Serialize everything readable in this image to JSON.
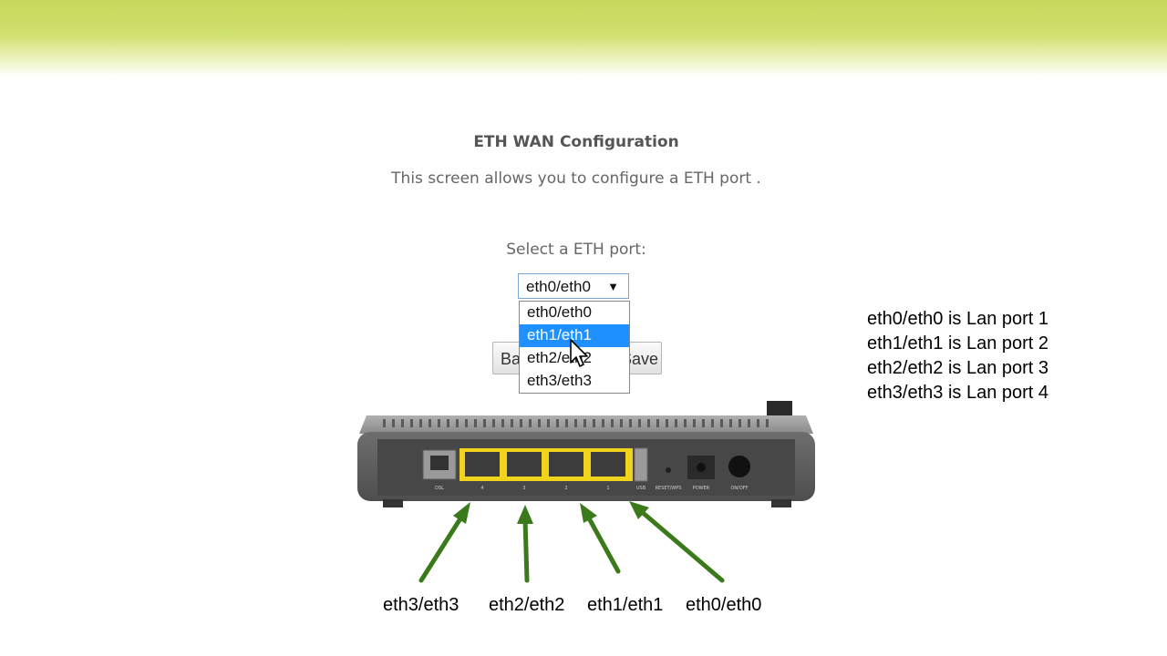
{
  "header": {
    "title": "ETH WAN Configuration",
    "subtitle": "This screen allows you to configure a ETH port ."
  },
  "form": {
    "select_label": "Select a ETH port:",
    "select_value": "eth0/eth0",
    "options": [
      "eth0/eth0",
      "eth1/eth1",
      "eth2/eth2",
      "eth3/eth3"
    ],
    "highlighted_option": "eth1/eth1",
    "back_label": "Back",
    "save_label": "Save"
  },
  "notes": [
    "eth0/eth0 is Lan port 1",
    "eth1/eth1 is Lan port 2",
    "eth2/eth2 is Lan port 3",
    "eth3/eth3 is Lan port 4"
  ],
  "router": {
    "port_labels": [
      "DSL",
      "4",
      "3",
      "2",
      "1",
      "USB",
      "RESET/WPS",
      "POWER",
      "ON/OFF"
    ]
  },
  "port_captions": [
    "eth3/eth3",
    "eth2/eth2",
    "eth1/eth1",
    "eth0/eth0"
  ],
  "colors": {
    "header_band": "#c5d85a",
    "highlight": "#1e90ff",
    "port_highlight": "#f2d31b",
    "arrow": "#3a7a1a"
  }
}
